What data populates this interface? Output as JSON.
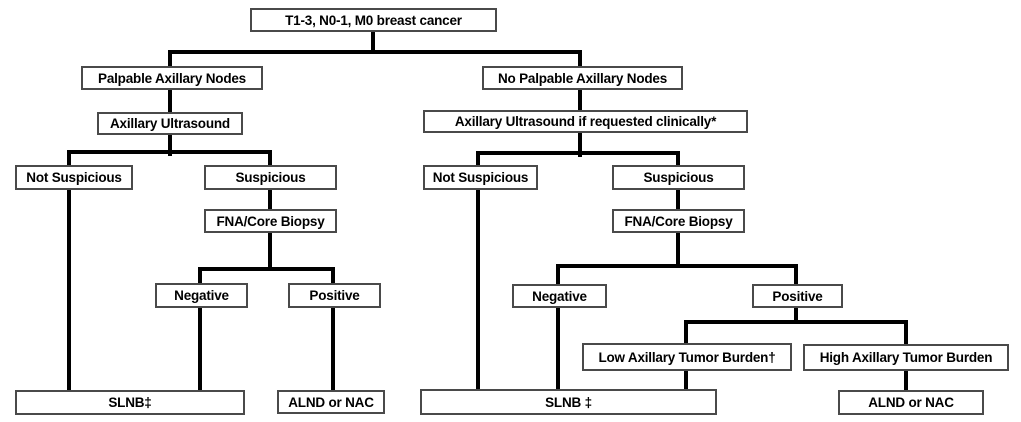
{
  "nodes": {
    "root": "T1-3, N0-1, M0 breast cancer",
    "palpable": "Palpable Axillary Nodes",
    "axillary_us": "Axillary Ultrasound",
    "not_suspicious_left": "Not Suspicious",
    "suspicious_left": "Suspicious",
    "fna_left": "FNA/Core Biopsy",
    "negative_left": "Negative",
    "positive_left": "Positive",
    "slnb_left": "SLNB‡",
    "alnd_left": "ALND or NAC",
    "no_palpable": "No Palpable Axillary Nodes",
    "axillary_us_conditional": "Axillary Ultrasound if requested clinically*",
    "not_suspicious_right": "Not Suspicious",
    "suspicious_right": "Suspicious",
    "fna_right": "FNA/Core Biopsy",
    "negative_right": "Negative",
    "positive_right": "Positive",
    "low_burden": "Low Axillary Tumor Burden†",
    "high_burden": "High Axillary Tumor Burden",
    "slnb_right": "SLNB ‡",
    "alnd_right": "ALND or NAC"
  },
  "colors": {
    "connector_line": "#000000",
    "box_border": "#4a4a4a",
    "box_fill": "#ffffff",
    "text": "#000000",
    "background": "#ffffff"
  }
}
